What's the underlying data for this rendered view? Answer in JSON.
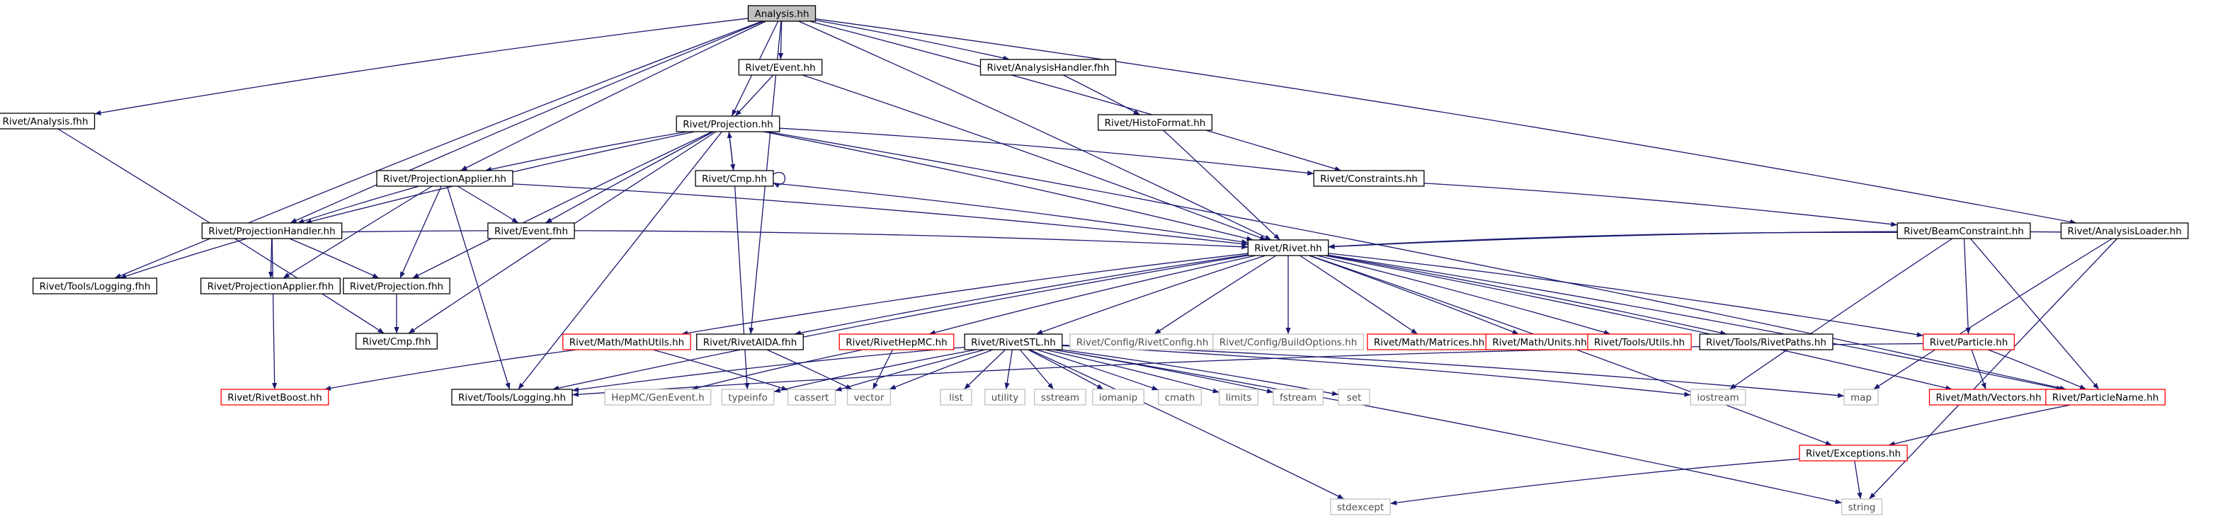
{
  "colors": {
    "background": "#ffffff",
    "edge": "#191970",
    "node_border_default": "#000000",
    "node_border_incomplete": "#ff0000",
    "node_border_external": "#bfbfbf",
    "root_fill": "#bfbfbf",
    "text": "#000000"
  },
  "nodes": [
    {
      "id": "analysis_hh",
      "label": "Analysis.hh",
      "style": "root"
    },
    {
      "id": "analysis_fhh",
      "label": "Rivet/Analysis.fhh",
      "style": "default"
    },
    {
      "id": "event_hh",
      "label": "Rivet/Event.hh",
      "style": "default"
    },
    {
      "id": "analysishandler_fhh",
      "label": "Rivet/AnalysisHandler.fhh",
      "style": "default"
    },
    {
      "id": "histoformat_hh",
      "label": "Rivet/HistoFormat.hh",
      "style": "default"
    },
    {
      "id": "projection_hh",
      "label": "Rivet/Projection.hh",
      "style": "default"
    },
    {
      "id": "projectionapplier_hh",
      "label": "Rivet/ProjectionApplier.hh",
      "style": "default"
    },
    {
      "id": "cmp_hh",
      "label": "Rivet/Cmp.hh",
      "style": "default"
    },
    {
      "id": "constraints_hh",
      "label": "Rivet/Constraints.hh",
      "style": "default"
    },
    {
      "id": "projectionhandler_hh",
      "label": "Rivet/ProjectionHandler.hh",
      "style": "default"
    },
    {
      "id": "event_fhh",
      "label": "Rivet/Event.fhh",
      "style": "default"
    },
    {
      "id": "beamconstraint_hh",
      "label": "Rivet/BeamConstraint.hh",
      "style": "default"
    },
    {
      "id": "analysisloader_hh",
      "label": "Rivet/AnalysisLoader.hh",
      "style": "default"
    },
    {
      "id": "logging_fhh",
      "label": "Rivet/Tools/Logging.fhh",
      "style": "default"
    },
    {
      "id": "projectionapplier_fhh",
      "label": "Rivet/ProjectionApplier.fhh",
      "style": "default"
    },
    {
      "id": "projection_fhh",
      "label": "Rivet/Projection.fhh",
      "style": "default"
    },
    {
      "id": "rivet_hh",
      "label": "Rivet/Rivet.hh",
      "style": "default"
    },
    {
      "id": "cmp_fhh",
      "label": "Rivet/Cmp.fhh",
      "style": "default"
    },
    {
      "id": "mathutils_hh",
      "label": "Rivet/Math/MathUtils.hh",
      "style": "incomplete"
    },
    {
      "id": "rivetaida_fhh",
      "label": "Rivet/RivetAIDA.fhh",
      "style": "default"
    },
    {
      "id": "rivethepmc_hh",
      "label": "Rivet/RivetHepMC.hh",
      "style": "incomplete"
    },
    {
      "id": "rivetstl_hh",
      "label": "Rivet/RivetSTL.hh",
      "style": "default"
    },
    {
      "id": "rivetconfig_hh",
      "label": "Rivet/Config/RivetConfig.hh",
      "style": "external"
    },
    {
      "id": "buildoptions_hh",
      "label": "Rivet/Config/BuildOptions.hh",
      "style": "external"
    },
    {
      "id": "matrices_hh",
      "label": "Rivet/Math/Matrices.hh",
      "style": "incomplete"
    },
    {
      "id": "units_hh",
      "label": "Rivet/Math/Units.hh",
      "style": "incomplete"
    },
    {
      "id": "utils_hh",
      "label": "Rivet/Tools/Utils.hh",
      "style": "incomplete"
    },
    {
      "id": "rivetpaths_hh",
      "label": "Rivet/Tools/RivetPaths.hh",
      "style": "default"
    },
    {
      "id": "particle_hh",
      "label": "Rivet/Particle.hh",
      "style": "incomplete"
    },
    {
      "id": "rivetboost_hh",
      "label": "Rivet/RivetBoost.hh",
      "style": "incomplete"
    },
    {
      "id": "logging_hh",
      "label": "Rivet/Tools/Logging.hh",
      "style": "default"
    },
    {
      "id": "genevent_hh",
      "label": "HepMC/GenEvent.h",
      "style": "external"
    },
    {
      "id": "typeinfo",
      "label": "typeinfo",
      "style": "external"
    },
    {
      "id": "cassert",
      "label": "cassert",
      "style": "external"
    },
    {
      "id": "vector",
      "label": "vector",
      "style": "external"
    },
    {
      "id": "list",
      "label": "list",
      "style": "external"
    },
    {
      "id": "utility",
      "label": "utility",
      "style": "external"
    },
    {
      "id": "sstream",
      "label": "sstream",
      "style": "external"
    },
    {
      "id": "iomanip",
      "label": "iomanip",
      "style": "external"
    },
    {
      "id": "cmath",
      "label": "cmath",
      "style": "external"
    },
    {
      "id": "limits",
      "label": "limits",
      "style": "external"
    },
    {
      "id": "fstream",
      "label": "fstream",
      "style": "external"
    },
    {
      "id": "set",
      "label": "set",
      "style": "external"
    },
    {
      "id": "iostream",
      "label": "iostream",
      "style": "external"
    },
    {
      "id": "map",
      "label": "map",
      "style": "external"
    },
    {
      "id": "vectors_hh",
      "label": "Rivet/Math/Vectors.hh",
      "style": "incomplete"
    },
    {
      "id": "particlename_hh",
      "label": "Rivet/ParticleName.hh",
      "style": "incomplete"
    },
    {
      "id": "exceptions_hh",
      "label": "Rivet/Exceptions.hh",
      "style": "incomplete"
    },
    {
      "id": "stdexcept",
      "label": "stdexcept",
      "style": "external"
    },
    {
      "id": "string",
      "label": "string",
      "style": "external"
    }
  ],
  "edges": [
    [
      "analysis_hh",
      "analysis_fhh"
    ],
    [
      "analysis_hh",
      "logging_fhh"
    ],
    [
      "analysis_hh",
      "projectionhandler_hh"
    ],
    [
      "analysis_hh",
      "projectionapplier_hh"
    ],
    [
      "analysis_hh",
      "projection_hh"
    ],
    [
      "analysis_hh",
      "event_hh"
    ],
    [
      "analysis_hh",
      "rivetaida_fhh"
    ],
    [
      "analysis_hh",
      "analysishandler_fhh"
    ],
    [
      "analysis_hh",
      "rivet_hh"
    ],
    [
      "analysis_hh",
      "constraints_hh"
    ],
    [
      "analysis_hh",
      "analysisloader_hh"
    ],
    [
      "analysis_fhh",
      "cmp_fhh"
    ],
    [
      "event_hh",
      "projection_hh"
    ],
    [
      "event_hh",
      "rivet_hh"
    ],
    [
      "analysishandler_fhh",
      "histoformat_hh"
    ],
    [
      "histoformat_hh",
      "rivet_hh"
    ],
    [
      "projection_hh",
      "projectionhandler_hh"
    ],
    [
      "projection_hh",
      "projectionapplier_hh"
    ],
    [
      "projection_hh",
      "event_fhh"
    ],
    [
      "projection_hh",
      "projection_fhh"
    ],
    [
      "projection_hh",
      "cmp_fhh"
    ],
    [
      "projection_hh",
      "logging_hh"
    ],
    [
      "projection_hh",
      "cmp_hh"
    ],
    [
      "projection_hh",
      "rivet_hh"
    ],
    [
      "projection_hh",
      "constraints_hh"
    ],
    [
      "projection_hh",
      "particlename_hh"
    ],
    [
      "cmp_hh",
      "projection_hh"
    ],
    [
      "cmp_hh",
      "cmp_hh"
    ],
    [
      "cmp_hh",
      "rivet_hh"
    ],
    [
      "cmp_hh",
      "typeinfo"
    ],
    [
      "projectionapplier_hh",
      "projectionhandler_hh"
    ],
    [
      "projectionapplier_hh",
      "event_fhh"
    ],
    [
      "projectionapplier_hh",
      "projectionapplier_fhh"
    ],
    [
      "projectionapplier_hh",
      "projection_fhh"
    ],
    [
      "projectionapplier_hh",
      "logging_hh"
    ],
    [
      "projectionapplier_hh",
      "rivet_hh"
    ],
    [
      "projectionhandler_hh",
      "logging_fhh"
    ],
    [
      "projectionhandler_hh",
      "projectionapplier_fhh"
    ],
    [
      "projectionhandler_hh",
      "projection_fhh"
    ],
    [
      "projectionhandler_hh",
      "rivetboost_hh"
    ],
    [
      "projectionhandler_hh",
      "rivet_hh"
    ],
    [
      "projection_fhh",
      "cmp_fhh"
    ],
    [
      "constraints_hh",
      "beamconstraint_hh"
    ],
    [
      "beamconstraint_hh",
      "rivet_hh"
    ],
    [
      "beamconstraint_hh",
      "particle_hh"
    ],
    [
      "beamconstraint_hh",
      "particlename_hh"
    ],
    [
      "beamconstraint_hh",
      "iostream"
    ],
    [
      "analysisloader_hh",
      "rivet_hh"
    ],
    [
      "analysisloader_hh",
      "map"
    ],
    [
      "analysisloader_hh",
      "string"
    ],
    [
      "rivet_hh",
      "mathutils_hh"
    ],
    [
      "rivet_hh",
      "rivetaida_fhh"
    ],
    [
      "rivet_hh",
      "rivethepmc_hh"
    ],
    [
      "rivet_hh",
      "rivetstl_hh"
    ],
    [
      "rivet_hh",
      "rivetconfig_hh"
    ],
    [
      "rivet_hh",
      "buildoptions_hh"
    ],
    [
      "rivet_hh",
      "matrices_hh"
    ],
    [
      "rivet_hh",
      "units_hh"
    ],
    [
      "rivet_hh",
      "utils_hh"
    ],
    [
      "rivet_hh",
      "rivetpaths_hh"
    ],
    [
      "rivet_hh",
      "particle_hh"
    ],
    [
      "rivet_hh",
      "logging_hh"
    ],
    [
      "rivet_hh",
      "vectors_hh"
    ],
    [
      "rivet_hh",
      "particlename_hh"
    ],
    [
      "rivet_hh",
      "exceptions_hh"
    ],
    [
      "mathutils_hh",
      "rivetboost_hh"
    ],
    [
      "mathutils_hh",
      "cassert"
    ],
    [
      "rivetaida_fhh",
      "vector"
    ],
    [
      "rivethepmc_hh",
      "genevent_hh"
    ],
    [
      "rivethepmc_hh",
      "vector"
    ],
    [
      "rivetstl_hh",
      "logging_hh"
    ],
    [
      "rivetstl_hh",
      "typeinfo"
    ],
    [
      "rivetstl_hh",
      "cassert"
    ],
    [
      "rivetstl_hh",
      "vector"
    ],
    [
      "rivetstl_hh",
      "list"
    ],
    [
      "rivetstl_hh",
      "utility"
    ],
    [
      "rivetstl_hh",
      "sstream"
    ],
    [
      "rivetstl_hh",
      "iomanip"
    ],
    [
      "rivetstl_hh",
      "cmath"
    ],
    [
      "rivetstl_hh",
      "limits"
    ],
    [
      "rivetstl_hh",
      "fstream"
    ],
    [
      "rivetstl_hh",
      "set"
    ],
    [
      "rivetstl_hh",
      "iostream"
    ],
    [
      "rivetstl_hh",
      "map"
    ],
    [
      "rivetstl_hh",
      "stdexcept"
    ],
    [
      "rivetstl_hh",
      "string"
    ],
    [
      "particle_hh",
      "logging_hh"
    ],
    [
      "particle_hh",
      "vectors_hh"
    ],
    [
      "particle_hh",
      "particlename_hh"
    ],
    [
      "particlename_hh",
      "exceptions_hh"
    ],
    [
      "exceptions_hh",
      "stdexcept"
    ],
    [
      "exceptions_hh",
      "string"
    ]
  ]
}
